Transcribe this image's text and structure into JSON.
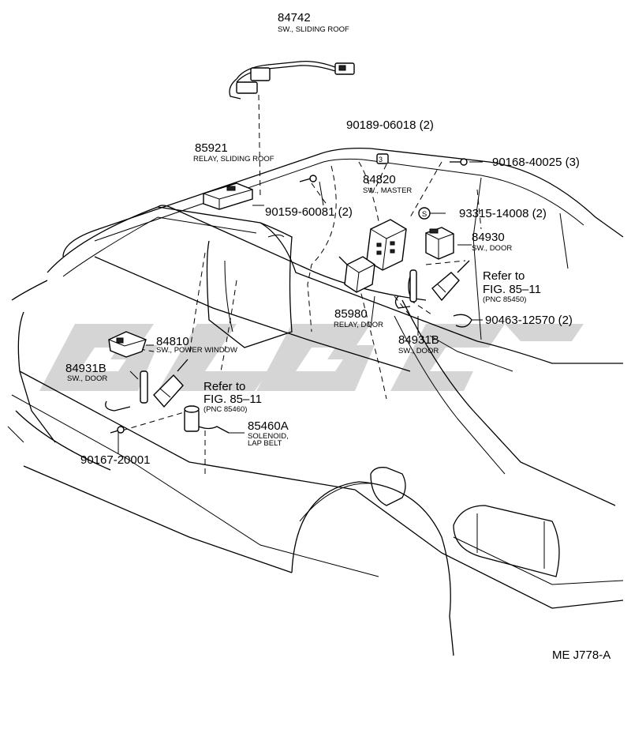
{
  "diagram": {
    "watermark": "GLGC",
    "reference_code": "ME J778-A",
    "colors": {
      "line": "#000000",
      "watermark": "#d5d5d5",
      "background": "#ffffff"
    },
    "parts": [
      {
        "id": "p84742",
        "number": "84742",
        "desc": "SW., SLIDING ROOF"
      },
      {
        "id": "p85921",
        "number": "85921",
        "desc": "RELAY, SLIDING ROOF"
      },
      {
        "id": "p90189",
        "number": "90189-06018 (2)"
      },
      {
        "id": "p90168",
        "number": "90168-40025 (3)"
      },
      {
        "id": "p84820",
        "number": "84820",
        "desc": "SW., MASTER"
      },
      {
        "id": "p90159",
        "number": "90159-60081 (2)"
      },
      {
        "id": "p93315",
        "number": "93315-14008 (2)",
        "symbol": "S"
      },
      {
        "id": "p84930",
        "number": "84930",
        "desc": "SW., DOOR"
      },
      {
        "id": "p85980",
        "number": "85980",
        "desc": "RELAY, DOOR"
      },
      {
        "id": "p90463",
        "number": "90463-12570 (2)"
      },
      {
        "id": "p84931b_r",
        "number": "84931B",
        "desc": "SW., DOOR"
      },
      {
        "id": "p84810",
        "number": "84810",
        "desc": "SW., POWER WINDOW"
      },
      {
        "id": "p84931b_l",
        "number": "84931B",
        "desc": "SW., DOOR"
      },
      {
        "id": "p85460a",
        "number": "85460A",
        "desc": "SOLENOID,",
        "desc2": "LAP BELT"
      },
      {
        "id": "p90167",
        "number": "90167-20001"
      }
    ],
    "refs": [
      {
        "id": "ref_right",
        "line1": "Refer to",
        "line2": "FIG. 85–11",
        "line3": "(PNC 85450)"
      },
      {
        "id": "ref_left",
        "line1": "Refer to",
        "line2": "FIG. 85–11",
        "line3": "(PNC 85460)"
      }
    ]
  }
}
